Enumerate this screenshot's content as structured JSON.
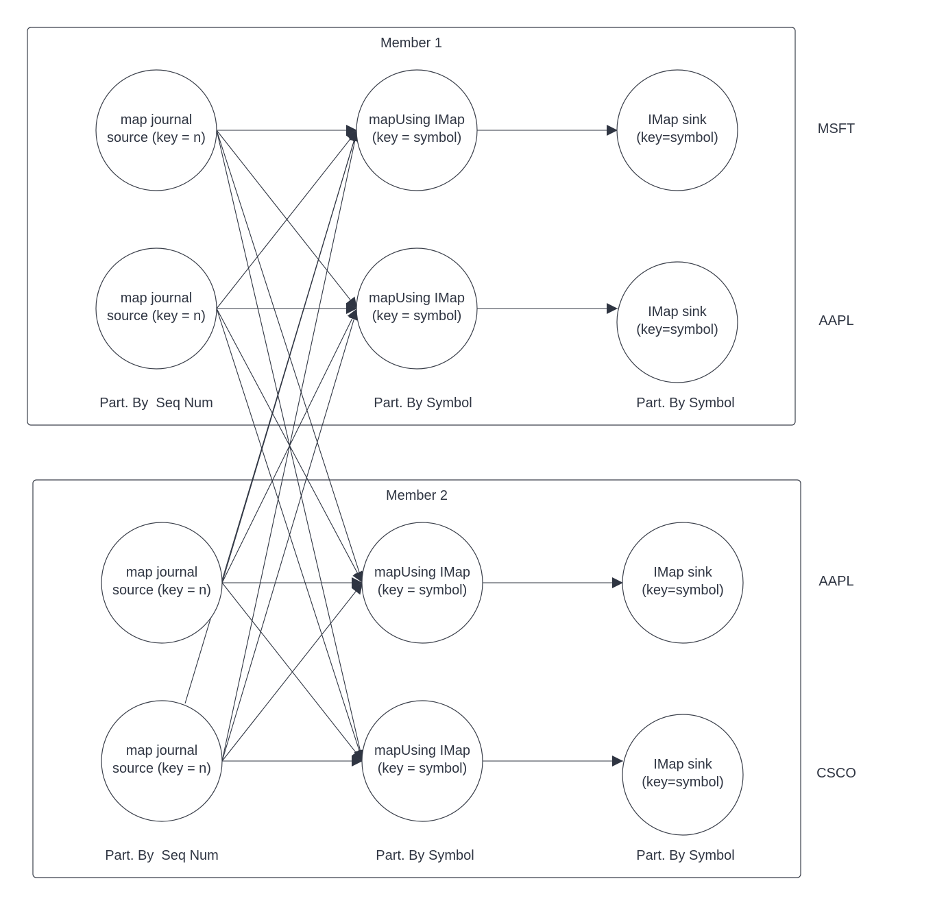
{
  "members": [
    {
      "title": "Member 1",
      "sources": [
        {
          "line1": "map journal",
          "line2": "source (key = n)"
        },
        {
          "line1": "map journal",
          "line2": "source (key = n)"
        }
      ],
      "mappers": [
        {
          "line1": "mapUsing IMap",
          "line2": "(key = symbol)"
        },
        {
          "line1": "mapUsing IMap",
          "line2": "(key = symbol)"
        }
      ],
      "sinks": [
        {
          "line1": "IMap sink",
          "line2": "(key=symbol)"
        },
        {
          "line1": "IMap sink",
          "line2": "(key=symbol)"
        }
      ],
      "partition_labels": [
        "Part. By  Seq Num",
        "Part. By Symbol",
        "Part. By Symbol"
      ]
    },
    {
      "title": "Member 2",
      "sources": [
        {
          "line1": "map journal",
          "line2": "source (key = n)"
        },
        {
          "line1": "map journal",
          "line2": "source (key = n)"
        }
      ],
      "mappers": [
        {
          "line1": "mapUsing IMap",
          "line2": "(key = symbol)"
        },
        {
          "line1": "mapUsing IMap",
          "line2": "(key = symbol)"
        }
      ],
      "sinks": [
        {
          "line1": "IMap sink",
          "line2": "(key=symbol)"
        },
        {
          "line1": "IMap sink",
          "line2": "(key=symbol)"
        }
      ],
      "partition_labels": [
        "Part. By  Seq Num",
        "Part. By Symbol",
        "Part. By Symbol"
      ]
    }
  ],
  "symbols": [
    "MSFT",
    "AAPL",
    "AAPL",
    "CSCO"
  ]
}
